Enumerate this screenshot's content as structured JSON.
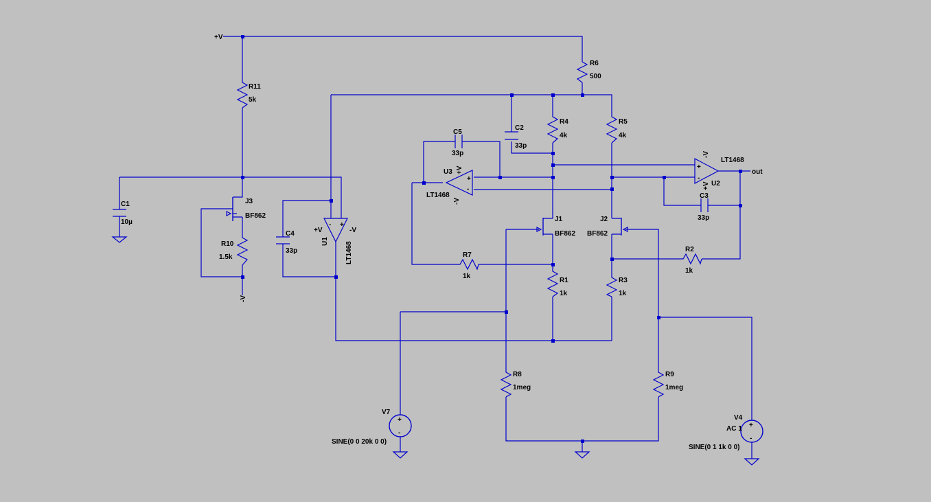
{
  "supply": {
    "label": "+V"
  },
  "components": {
    "R11": {
      "ref": "R11",
      "value": "5k"
    },
    "R6": {
      "ref": "R6",
      "value": "500"
    },
    "R4": {
      "ref": "R4",
      "value": "4k"
    },
    "R5": {
      "ref": "R5",
      "value": "4k"
    },
    "R10": {
      "ref": "R10",
      "value": "1.5k"
    },
    "R7": {
      "ref": "R7",
      "value": "1k"
    },
    "R1": {
      "ref": "R1",
      "value": "1k"
    },
    "R3": {
      "ref": "R3",
      "value": "1k"
    },
    "R2": {
      "ref": "R2",
      "value": "1k"
    },
    "R8": {
      "ref": "R8",
      "value": "1meg"
    },
    "R9": {
      "ref": "R9",
      "value": "1meg"
    },
    "C1": {
      "ref": "C1",
      "value": "10µ"
    },
    "C2": {
      "ref": "C2",
      "value": "33p"
    },
    "C3": {
      "ref": "C3",
      "value": "33p"
    },
    "C4": {
      "ref": "C4",
      "value": "33p"
    },
    "C5": {
      "ref": "C5",
      "value": "33p"
    },
    "J1": {
      "ref": "J1",
      "value": "BF862"
    },
    "J2": {
      "ref": "J2",
      "value": "BF862"
    },
    "J3": {
      "ref": "J3",
      "value": "BF862"
    },
    "U1": {
      "ref": "U1",
      "value": "LT1468"
    },
    "U2": {
      "ref": "U2",
      "value": "LT1468"
    },
    "U3": {
      "ref": "U3",
      "value": "LT1468"
    },
    "V4": {
      "ref": "V4",
      "ac": "AC 1",
      "value": "SINE(0 1 1k 0 0)"
    },
    "V7": {
      "ref": "V7",
      "value": "SINE(0 0 20k 0 0)"
    }
  },
  "pins": {
    "plus_v": "+V",
    "minus_v": "-V",
    "plus": "+",
    "minus": "-"
  },
  "net_labels": {
    "out": "out",
    "minus_v": "-V"
  },
  "colors": {
    "background": "#c0c0c0",
    "wire": "#0000cd",
    "text": "#000000"
  }
}
